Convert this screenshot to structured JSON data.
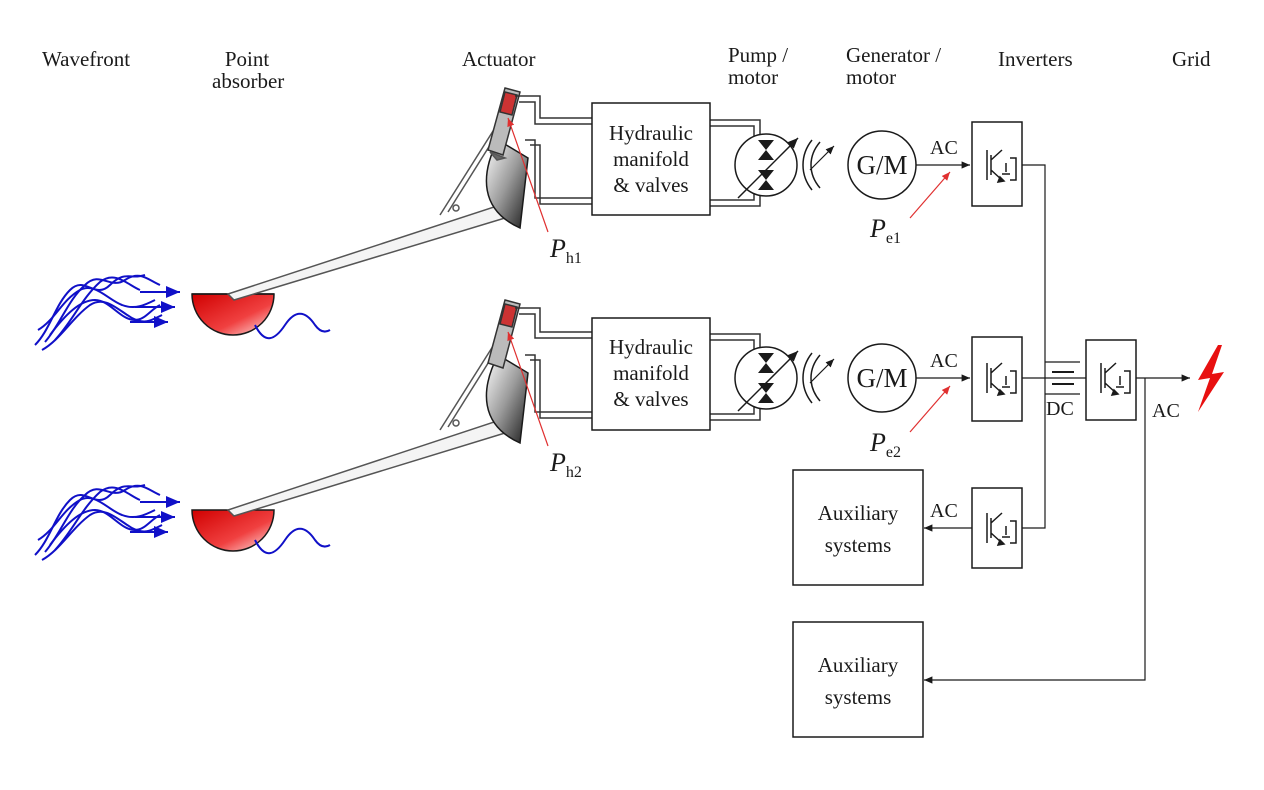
{
  "headers": {
    "wavefront": "Wavefront",
    "point_absorber_1": "Point",
    "point_absorber_2": "absorber",
    "actuator": "Actuator",
    "pump_motor_1": "Pump /",
    "pump_motor_2": "motor",
    "generator_motor_1": "Generator /",
    "generator_motor_2": "motor",
    "inverters": "Inverters",
    "grid": "Grid"
  },
  "manifold": {
    "line1": "Hydraulic",
    "line2": "manifold",
    "line3": "& valves"
  },
  "generator_label": "G/M",
  "ac_label": "AC",
  "dc_label": "DC",
  "ph1": {
    "base": "P",
    "sub": "h1"
  },
  "ph2": {
    "base": "P",
    "sub": "h2"
  },
  "pe1": {
    "base": "P",
    "sub": "e1"
  },
  "pe2": {
    "base": "P",
    "sub": "e2"
  },
  "auxiliary": {
    "line1": "Auxiliary",
    "line2": "systems"
  },
  "colors": {
    "wave": "#1010c8",
    "absorber": "#e01010",
    "pointer": "#e03030",
    "lightning": "#e81010",
    "line": "#1a1a1a"
  }
}
